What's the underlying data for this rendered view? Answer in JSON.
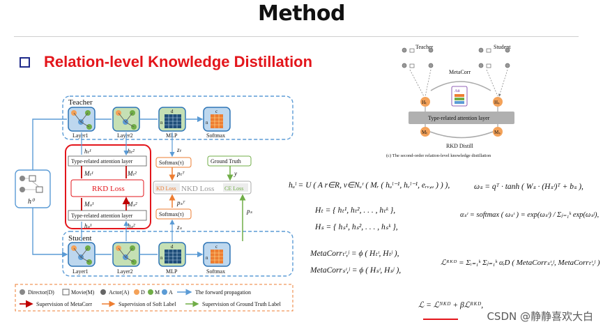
{
  "slide": {
    "title": "Method",
    "section_title": "Relation-level Knowledge Distillation",
    "watermark": "CSDN @静静喜欢大白"
  },
  "main_diagram": {
    "teacher_label": "Teacher",
    "student_label": "Student",
    "input_label": "h⁰",
    "teacher_layers": [
      "Layer1",
      "Layer2",
      "MLP",
      "Softmax"
    ],
    "student_layers": [
      "Layer1",
      "Layer2",
      "MLP",
      "Softmax"
    ],
    "mlp_dim": "d",
    "softmax_dim": "c",
    "n_label": "n",
    "type_attn_top": "Type-related attention layer",
    "type_attn_bottom": "Type-related attention layer",
    "rkd_loss": "RKD Loss",
    "ht1": "hₜ¹",
    "ht2": "hₜ²",
    "hs1": "hₛ¹",
    "hs2": "hₛ²",
    "Mt1": "Mₜ¹",
    "Mt2": "Mₜ²",
    "Ms1": "Mₛ¹",
    "Ms2": "Mₛ²",
    "zt": "zₜ",
    "zs": "zₛ",
    "softmax_tau_top": "Softmax(τ)",
    "softmax_tau_bottom": "Softmax(τ)",
    "pt_tau": "pₜᵀ",
    "ps_tau": "pₛᵀ",
    "ground_truth": "Ground Truth",
    "y": "y",
    "ps": "pₛ",
    "kd_loss": "KD Loss",
    "nkd_loss": "NKD Loss",
    "ce_loss": "CE Loss"
  },
  "legend": {
    "director": "Director(D)",
    "movie": "Movie(M)",
    "actor": "Actor(A)",
    "node_d": "D",
    "node_m": "M",
    "node_a": "A",
    "forward": "The forward propagation",
    "sup_metacorr": "Supervision of MetaCorr",
    "sup_soft": "Supervision of Soft Label",
    "sup_gt": "Supervision of Ground Truth Label"
  },
  "small_diagram": {
    "teacher": "Teacher",
    "student": "Student",
    "metacorr": "MetaCorr",
    "att": "Att",
    "ht": "Hₜ",
    "hs": "Hₛ",
    "type_layer": "Type-related attention layer",
    "mt": "Mₜ",
    "ms": "Mₛ",
    "rkd_distill": "RKD Distill",
    "caption": "(c) The second-order relation-level knowledge distillation"
  },
  "equations": {
    "eq1": "hᵤˡ = U ( A r∈R, v∈Nᵤʳ ( Mᵣ ( hᵤˡ⁻¹, hᵥˡ⁻¹, eᵣᵥ,ᵤ ) ) ),",
    "eq2": "Hₜ = { hₜ¹, hₜ², . . . , hₜᵏ },",
    "eq3": "Hₛ = { hₛ¹, hₛ², . . . , hₛᵏ },",
    "eq4": "MetaCorrₜᶦ,ʲ = ϕ ( Hₜᶦ, Hₜʲ ),",
    "eq5": "MetaCorrₛᶦ,ʲ = ϕ ( Hₛᶦ, Hₛʲ ),",
    "eq6": "ωₛ = qᵀ · tanh ( Wₛ · (Hₛᶦ)ᵀ + bₛ ),",
    "eq7": "αₛᶦ = softmax ( ωₛᶦ ) = exp(ωₛᶦ) / Σⱼ₌₁ᵏ exp(ωₛʲ),",
    "eq8": "ℒᴿᴷᴰ = Σᵢ₌₁ᵏ Σⱼ₌₁ᵏ αᵢD ( MetaCorrₛᶦ,ʲ, MetaCorrₜᶦ,ʲ )",
    "eq9": "ℒ = ℒᴺᴷᴰ + βℒᴿᴷᴰ,"
  },
  "colors": {
    "title_red": "#e3151b",
    "bullet_blue": "#1f2a8a",
    "flow_blue": "#5b9bd5",
    "sup_red": "#c00000",
    "sup_orange": "#ed7d31",
    "sup_green": "#70ad47",
    "layer_blue": "#bdd7ee",
    "node_orange": "#f4a259"
  }
}
